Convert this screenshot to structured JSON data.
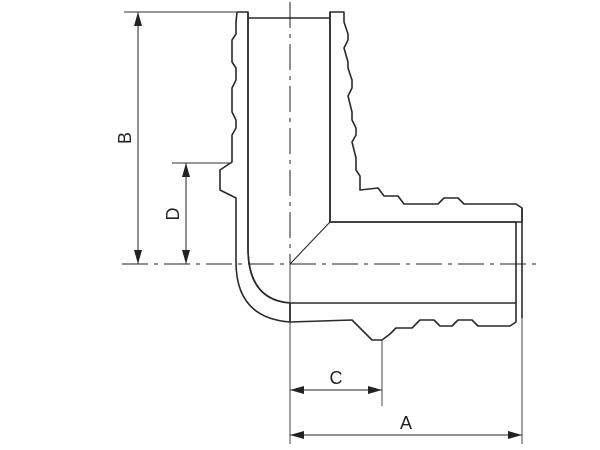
{
  "drawing": {
    "dimension_labels": {
      "A": "A",
      "B": "B",
      "C": "C",
      "D": "D"
    }
  }
}
